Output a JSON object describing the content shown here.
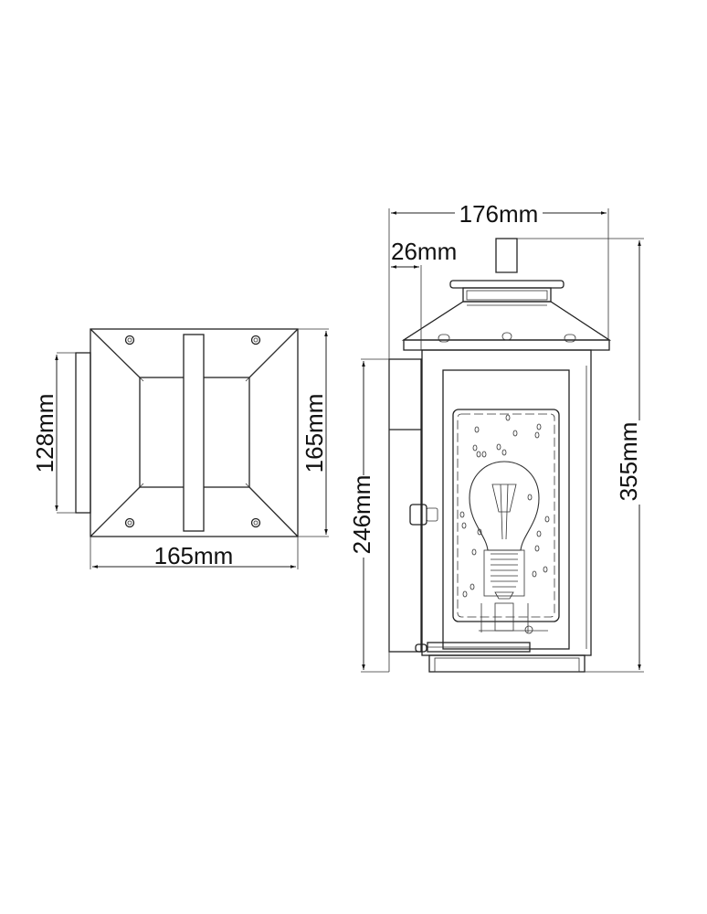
{
  "top_view": {
    "dimensions": {
      "depth_back": "128mm",
      "height": "165mm",
      "width": "165mm"
    }
  },
  "side_view": {
    "dimensions": {
      "width": "176mm",
      "offset": "26mm",
      "backplate_height": "246mm",
      "total_height": "355mm"
    }
  },
  "colors": {
    "line": "#222222",
    "background": "#ffffff"
  }
}
